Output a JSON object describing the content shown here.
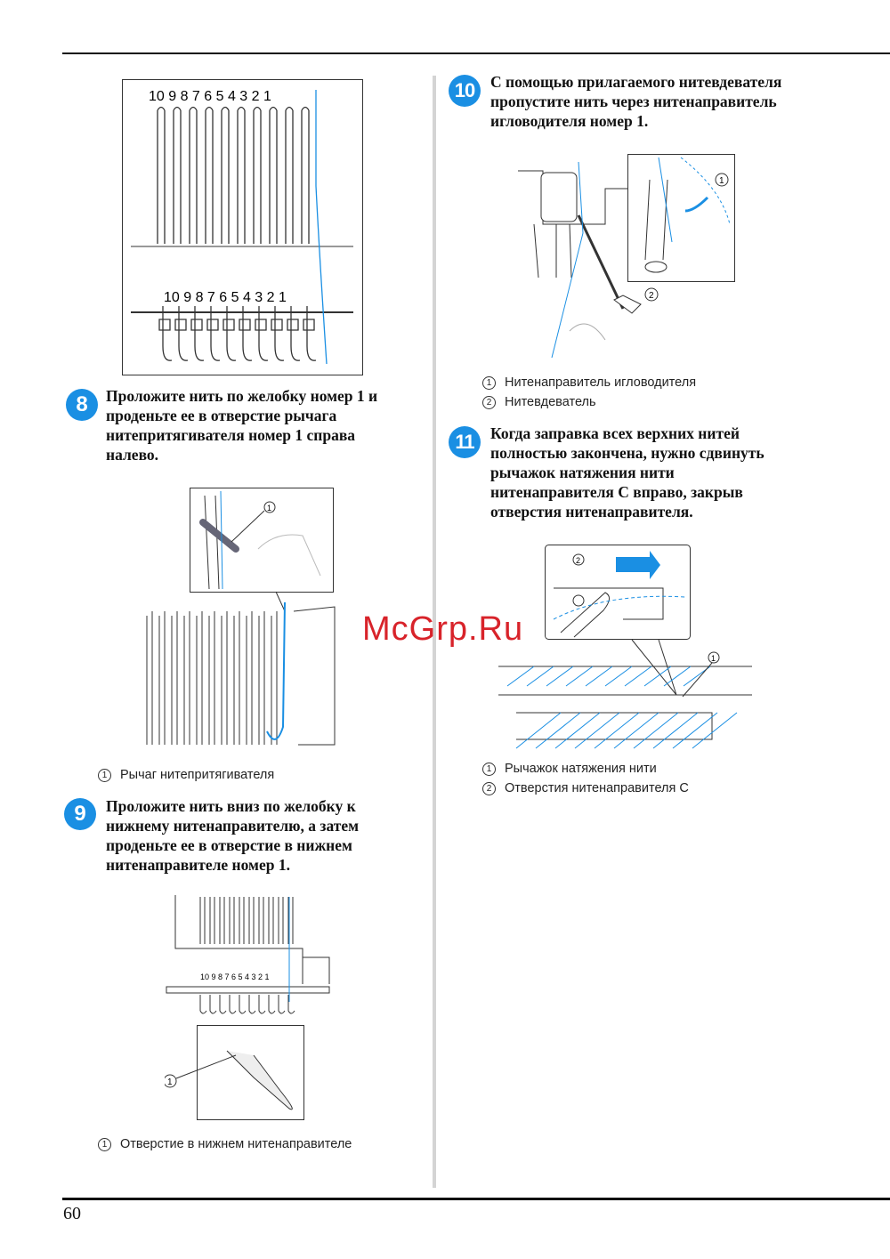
{
  "page_number": "60",
  "watermark": "McGrp.Ru",
  "figure1": {
    "top_numbers": "10 9 8 7 6 5 4 3 2 1",
    "bottom_numbers": "10 9 8 7 6 5 4 3 2 1"
  },
  "step8": {
    "number": "8",
    "text": [
      "Проложите нить по желобку номер 1 и",
      "проденьте ее в отверстие рычага",
      "нитепритягивателя номер 1 справа",
      "налево."
    ]
  },
  "figure2": {
    "callout": "1",
    "captions": [
      {
        "num": "1",
        "text": "Рычаг нитепритягивателя"
      }
    ]
  },
  "step9": {
    "number": "9",
    "text": [
      "Проложите нить вниз по желобку к",
      "нижнему нитенаправителю, а затем",
      "проденьте ее в отверстие в нижнем",
      "нитенаправителе номер 1."
    ]
  },
  "figure3": {
    "numbers": "10 9 8 7 6 5 4 3 2 1",
    "callout": "1",
    "captions": [
      {
        "num": "1",
        "text": "Отверстие в нижнем нитенаправителе"
      }
    ]
  },
  "step10": {
    "number": "10",
    "text": [
      "С помощью прилагаемого нитевдевателя",
      "пропустите нить через нитенаправитель",
      "игловодителя номер 1."
    ]
  },
  "figure4": {
    "callouts": [
      "1",
      "2"
    ],
    "captions": [
      {
        "num": "1",
        "text": "Нитенаправитель игловодителя"
      },
      {
        "num": "2",
        "text": "Нитевдеватель"
      }
    ]
  },
  "step11": {
    "number": "11",
    "text": [
      "Когда заправка всех верхних нитей",
      "полностью закончена, нужно сдвинуть",
      "рычажок натяжения нити",
      "нитенаправителя С вправо, закрыв",
      "отверстия нитенаправителя."
    ]
  },
  "figure5": {
    "callouts": [
      "2",
      "1"
    ],
    "captions": [
      {
        "num": "1",
        "text": "Рычажок натяжения нити"
      },
      {
        "num": "2",
        "text": "Отверстия нитенаправителя С"
      }
    ]
  },
  "colors": {
    "accent": "#1a8fe3",
    "thread": "#1a8fe3",
    "watermark": "#d8232a"
  }
}
